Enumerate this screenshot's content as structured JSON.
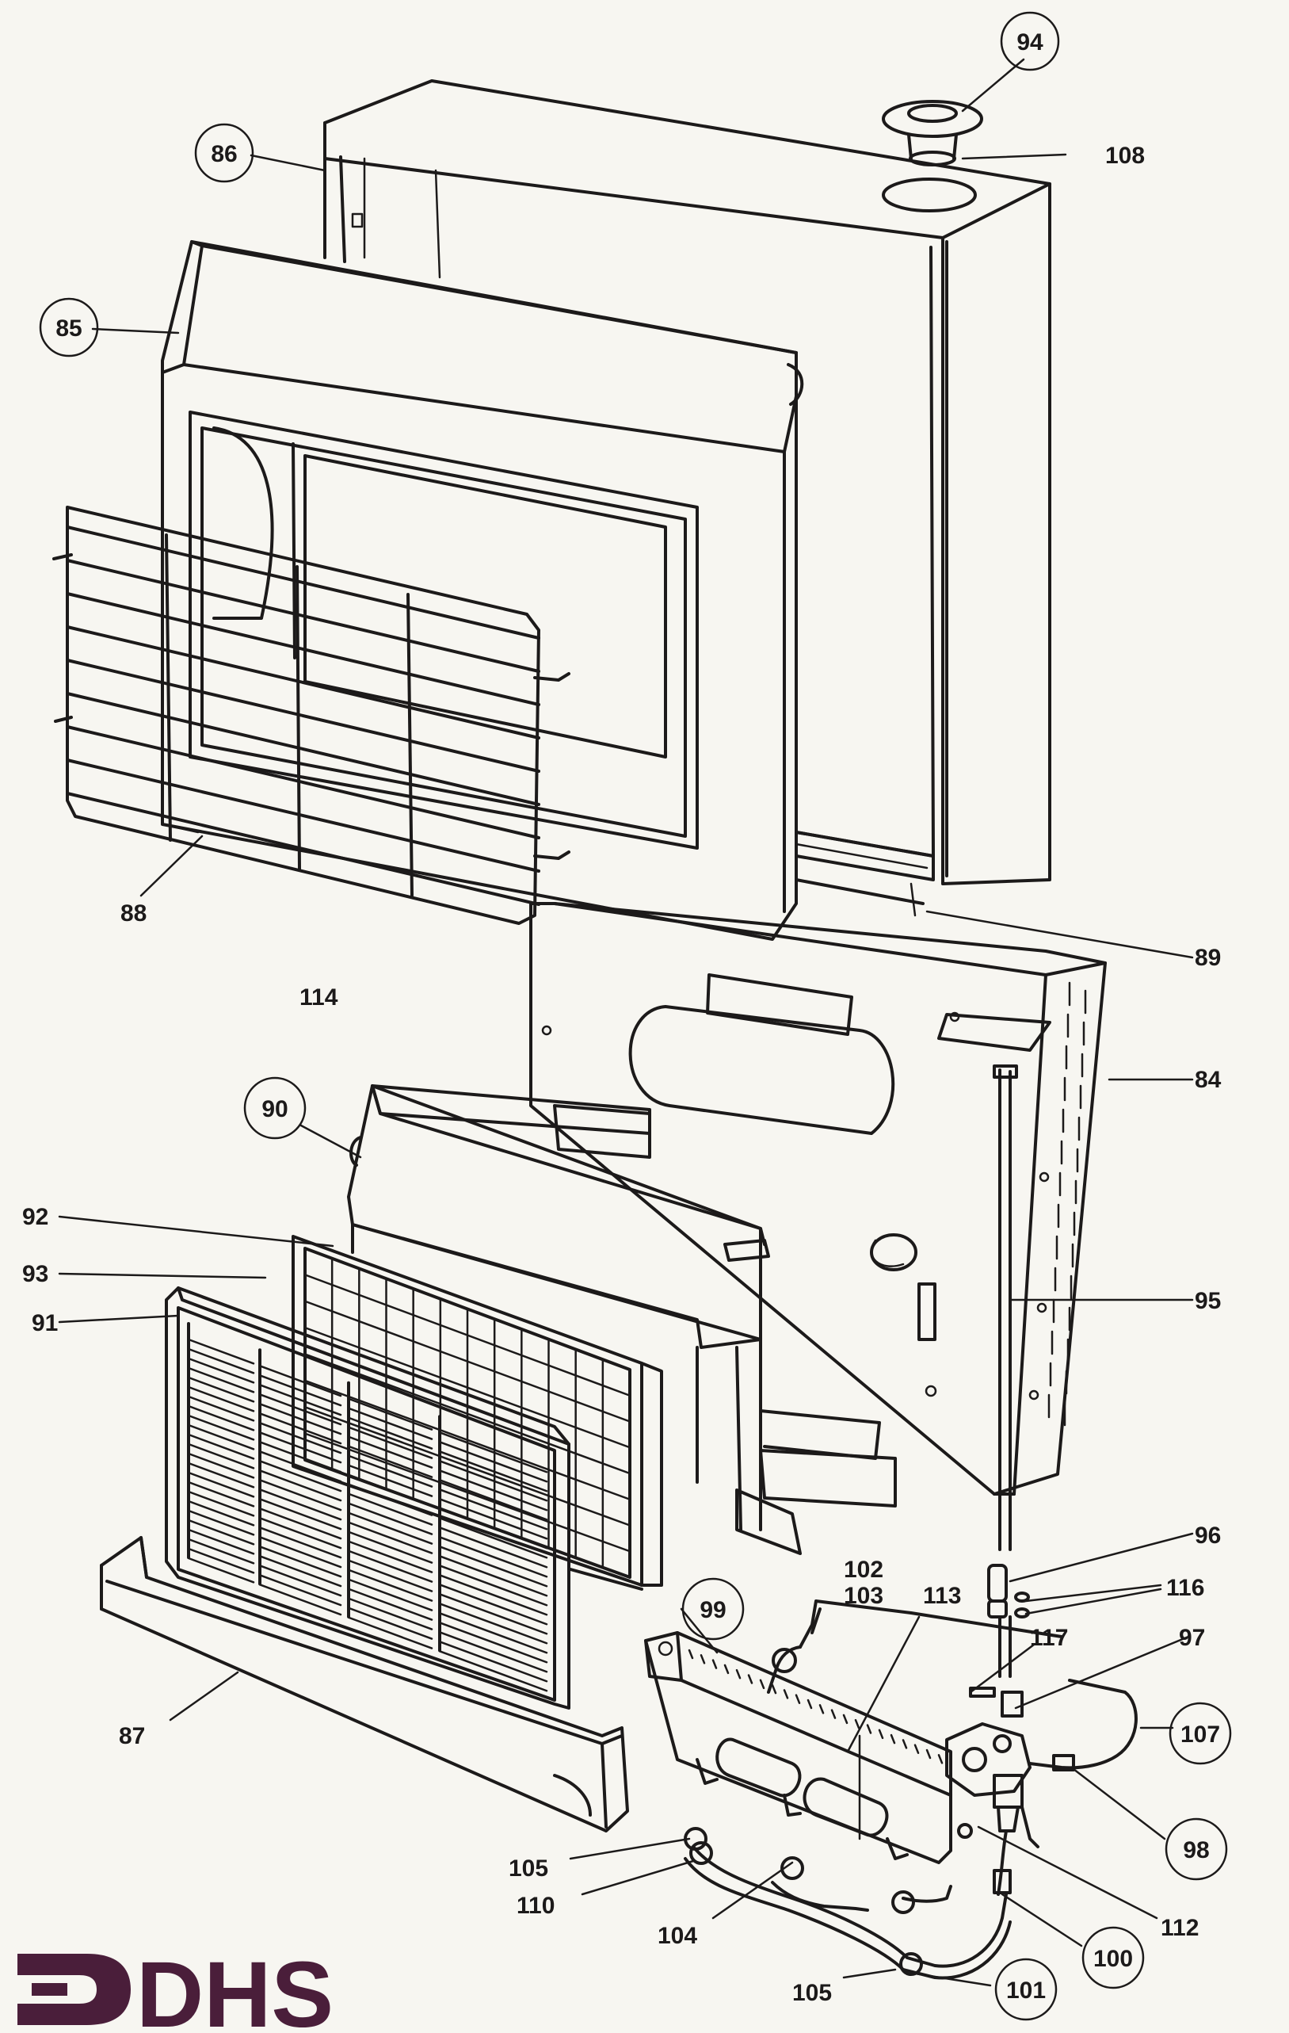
{
  "diagram": {
    "part_labels": [
      {
        "id": "84",
        "text": "84"
      },
      {
        "id": "85",
        "text": "85"
      },
      {
        "id": "86",
        "text": "86"
      },
      {
        "id": "87",
        "text": "87"
      },
      {
        "id": "88",
        "text": "88"
      },
      {
        "id": "89",
        "text": "89"
      },
      {
        "id": "90",
        "text": "90"
      },
      {
        "id": "91",
        "text": "91"
      },
      {
        "id": "92",
        "text": "92"
      },
      {
        "id": "93",
        "text": "93"
      },
      {
        "id": "94",
        "text": "94"
      },
      {
        "id": "95",
        "text": "95"
      },
      {
        "id": "96",
        "text": "96"
      },
      {
        "id": "97",
        "text": "97"
      },
      {
        "id": "98",
        "text": "98"
      },
      {
        "id": "99",
        "text": "99"
      },
      {
        "id": "100",
        "text": "100"
      },
      {
        "id": "101",
        "text": "101"
      },
      {
        "id": "102",
        "text": "102"
      },
      {
        "id": "103",
        "text": "103"
      },
      {
        "id": "104",
        "text": "104"
      },
      {
        "id": "105a",
        "text": "105"
      },
      {
        "id": "105b",
        "text": "105"
      },
      {
        "id": "107",
        "text": "107"
      },
      {
        "id": "108",
        "text": "108"
      },
      {
        "id": "110",
        "text": "110"
      },
      {
        "id": "112",
        "text": "112"
      },
      {
        "id": "113",
        "text": "113"
      },
      {
        "id": "114",
        "text": "114"
      },
      {
        "id": "116",
        "text": "116"
      },
      {
        "id": "117",
        "text": "117"
      }
    ]
  },
  "logo": {
    "text": "DHS",
    "color": "#4a1e3a"
  },
  "colors": {
    "ink": "#1c1a1a",
    "paper": "#f7f6f1"
  }
}
